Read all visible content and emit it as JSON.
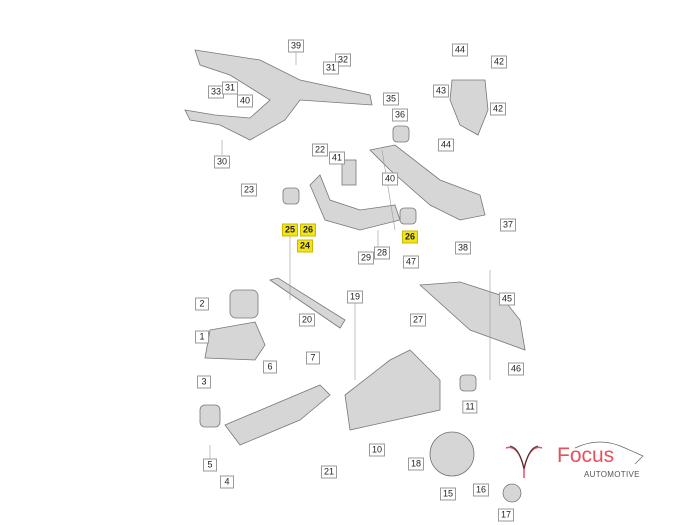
{
  "diagram": {
    "labels": [
      {
        "text": "39",
        "highlight": false
      },
      {
        "text": "32",
        "highlight": false
      },
      {
        "text": "31",
        "highlight": false
      },
      {
        "text": "33",
        "highlight": false
      },
      {
        "text": "31",
        "highlight": false
      },
      {
        "text": "40",
        "highlight": false
      },
      {
        "text": "35",
        "highlight": false
      },
      {
        "text": "36",
        "highlight": false
      },
      {
        "text": "22",
        "highlight": false
      },
      {
        "text": "41",
        "highlight": false
      },
      {
        "text": "30",
        "highlight": false
      },
      {
        "text": "23",
        "highlight": false
      },
      {
        "text": "40",
        "highlight": false
      },
      {
        "text": "37",
        "highlight": false
      },
      {
        "text": "38",
        "highlight": false
      },
      {
        "text": "25",
        "highlight": true
      },
      {
        "text": "26",
        "highlight": true
      },
      {
        "text": "24",
        "highlight": true
      },
      {
        "text": "26",
        "highlight": true
      },
      {
        "text": "29",
        "highlight": false
      },
      {
        "text": "28",
        "highlight": false
      },
      {
        "text": "44",
        "highlight": false
      },
      {
        "text": "42",
        "highlight": false
      },
      {
        "text": "43",
        "highlight": false
      },
      {
        "text": "42",
        "highlight": false
      },
      {
        "text": "44",
        "highlight": false
      },
      {
        "text": "47",
        "highlight": false
      },
      {
        "text": "19",
        "highlight": false
      },
      {
        "text": "20",
        "highlight": false
      },
      {
        "text": "2",
        "highlight": false
      },
      {
        "text": "1",
        "highlight": false
      },
      {
        "text": "6",
        "highlight": false
      },
      {
        "text": "27",
        "highlight": false
      },
      {
        "text": "45",
        "highlight": false
      },
      {
        "text": "7",
        "highlight": false
      },
      {
        "text": "3",
        "highlight": false
      },
      {
        "text": "46",
        "highlight": false
      },
      {
        "text": "11",
        "highlight": false
      },
      {
        "text": "5",
        "highlight": false
      },
      {
        "text": "4",
        "highlight": false
      },
      {
        "text": "10",
        "highlight": false
      },
      {
        "text": "21",
        "highlight": false
      },
      {
        "text": "18",
        "highlight": false
      },
      {
        "text": "15",
        "highlight": false
      },
      {
        "text": "16",
        "highlight": false
      },
      {
        "text": "17",
        "highlight": false
      }
    ]
  },
  "logo": {
    "brand": "Focus",
    "sub": "AUTOMOTIVE",
    "brand_color": "#e8505b"
  }
}
